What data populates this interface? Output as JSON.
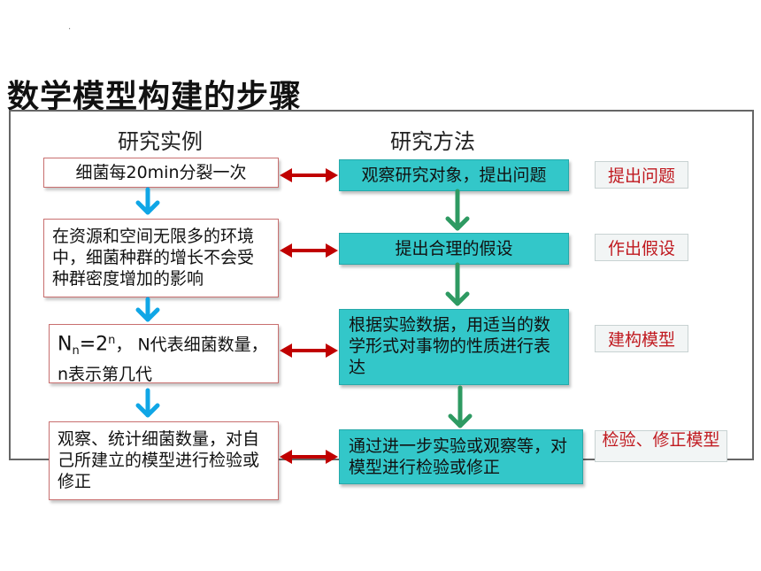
{
  "dot": "·",
  "title": "数学模型构建的步骤",
  "headers": {
    "left": "研究实例",
    "right": "研究方法"
  },
  "left_boxes": [
    "细菌每20min分裂一次",
    "在资源和空间无限多的环境中，细菌种群的增长不会受种群密度增加的影响",
    {
      "n_main": "N",
      "n_sub": "n",
      "eq": "=2",
      "n_sup": "n",
      "rest": "， N代表细菌数量，n表示第几代"
    },
    "观察、统计细菌数量，对自己所建立的模型进行检验或修正"
  ],
  "right_boxes": [
    "观察研究对象，提出问题",
    "提出合理的假设",
    "根据实验数据，用适当的数学形式对事物的性质进行表达",
    "通过进一步实验或观察等，对模型进行检验或修正"
  ],
  "labels": [
    "提出问题",
    "作出假设",
    "建构模型",
    "检验、修正模型"
  ],
  "colors": {
    "teal_box": "#33c7c9",
    "red_arrow": "#c00000",
    "green_arrow": "#2e9a62",
    "blue_arrow": "#10a6e6",
    "label_text": "#c0191f"
  }
}
